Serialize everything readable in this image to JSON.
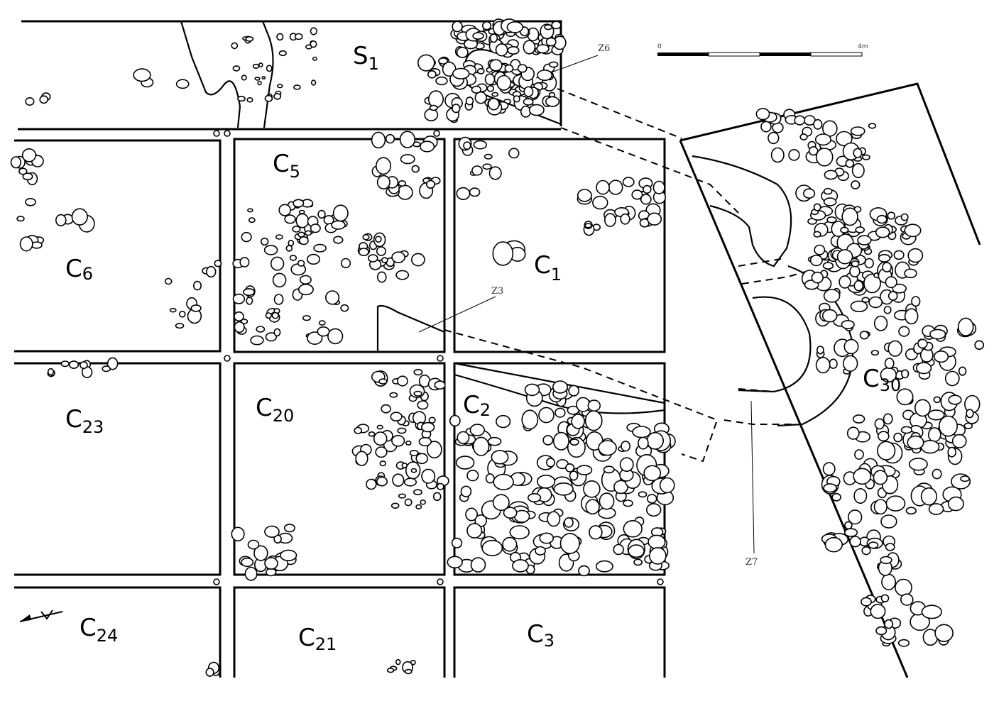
{
  "trenches": [
    {
      "id": "s1",
      "main": "S",
      "sub": "1"
    },
    {
      "id": "c1",
      "main": "C",
      "sub": "1"
    },
    {
      "id": "c2",
      "main": "C",
      "sub": "2"
    },
    {
      "id": "c3",
      "main": "C",
      "sub": "3"
    },
    {
      "id": "c5",
      "main": "C",
      "sub": "5"
    },
    {
      "id": "c6",
      "main": "C",
      "sub": "6"
    },
    {
      "id": "c20",
      "main": "C",
      "sub": "20"
    },
    {
      "id": "c21",
      "main": "C",
      "sub": "21"
    },
    {
      "id": "c23",
      "main": "C",
      "sub": "23"
    },
    {
      "id": "c24",
      "main": "C",
      "sub": "24"
    },
    {
      "id": "c30",
      "main": "C",
      "sub": "30"
    }
  ],
  "features": {
    "z3": "Z3",
    "z6": "Z6",
    "z7": "Z7"
  },
  "scale": {
    "start": "0",
    "end": "4m"
  },
  "north_arrow_icon": "north-arrow-icon"
}
